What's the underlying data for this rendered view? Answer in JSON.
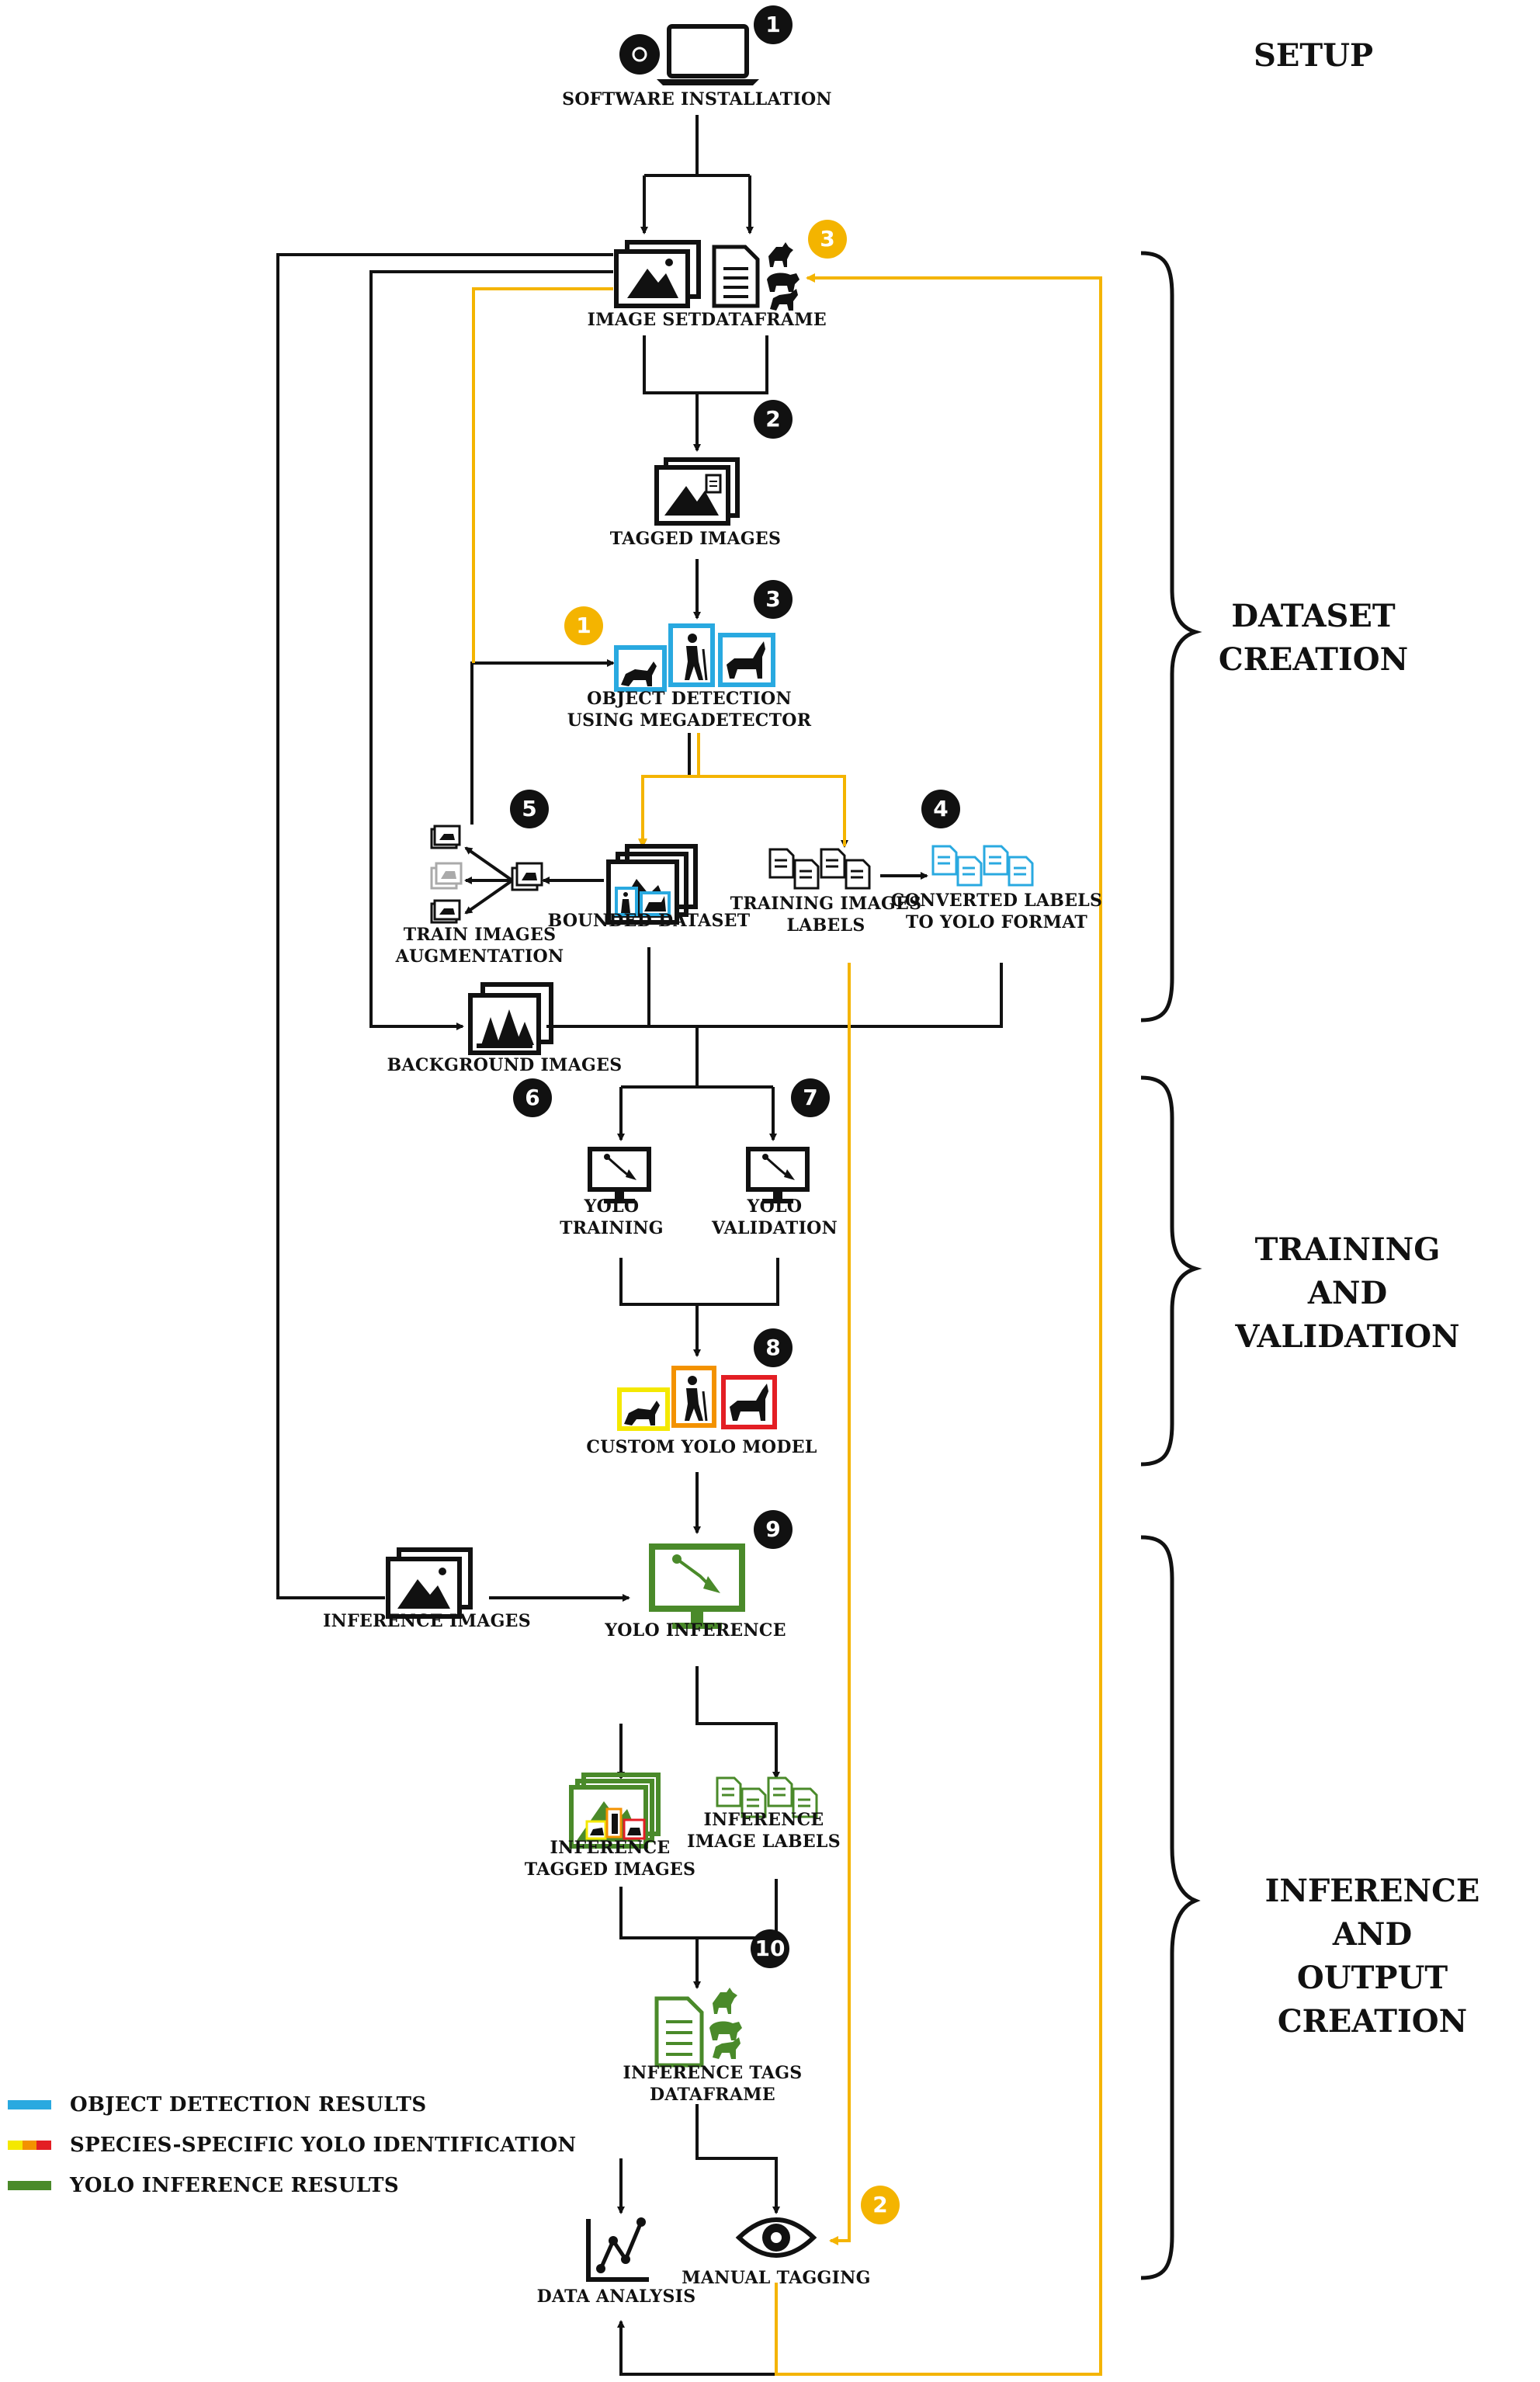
{
  "colors": {
    "black": "#111111",
    "blue": "#29a9e0",
    "yellow": "#f4b400",
    "red": "#e31e24",
    "orange": "#f39200",
    "green": "#4a8a2a"
  },
  "sections": {
    "setup": "SETUP",
    "dataset": "DATASET\nCREATION",
    "training": "TRAINING AND\nVALIDATION",
    "inference": "INFERENCE AND\nOUTPUT CREATION"
  },
  "nodes": {
    "software": {
      "label": "SOFTWARE INSTALLATION",
      "icon": "laptop-disc-icon"
    },
    "image_set": {
      "label": "IMAGE SET",
      "icon": "image-stack-icon"
    },
    "dataframe": {
      "label": "DATAFRAME",
      "icon": "document-animals-icon"
    },
    "tagged": {
      "label": "TAGGED IMAGES",
      "icon": "tagged-image-icon"
    },
    "detection": {
      "label": "OBJECT DETECTION\nUSING MEGADETECTOR",
      "icon": "megadetector-boxes-icon"
    },
    "augmentation": {
      "label": "TRAIN IMAGES\nAUGMENTATION",
      "icon": "augmentation-icon"
    },
    "bounded": {
      "label": "BOUNDED DATASET",
      "icon": "bounded-images-icon"
    },
    "train_labels": {
      "label": "TRAINING IMAGES\nLABELS",
      "icon": "label-documents-icon"
    },
    "converted": {
      "label": "CONVERTED LABELS\nTO YOLO FORMAT",
      "icon": "yolo-label-documents-icon"
    },
    "background": {
      "label": "BACKGROUND IMAGES",
      "icon": "forest-images-icon"
    },
    "yolo_training": {
      "label": "YOLO\nTRAINING",
      "icon": "monitor-training-icon"
    },
    "yolo_validation": {
      "label": "YOLO\nVALIDATION",
      "icon": "monitor-validation-icon"
    },
    "custom_model": {
      "label": "CUSTOM YOLO MODEL",
      "icon": "custom-model-boxes-icon"
    },
    "inference_images": {
      "label": "INFERENCE IMAGES",
      "icon": "inference-images-icon"
    },
    "yolo_inference": {
      "label": "YOLO INFERENCE",
      "icon": "monitor-inference-icon"
    },
    "inference_tagged": {
      "label": "INFERENCE\nTAGGED IMAGES",
      "icon": "inference-tagged-icon"
    },
    "inference_labels": {
      "label": "INFERENCE\nIMAGE LABELS",
      "icon": "inference-labels-icon"
    },
    "inference_tags_df": {
      "label": "INFERENCE TAGS\nDATAFRAME",
      "icon": "inference-dataframe-icon"
    },
    "data_analysis": {
      "label": "DATA ANALYSIS",
      "icon": "line-chart-icon"
    },
    "manual_tagging": {
      "label": "MANUAL TAGGING",
      "icon": "eye-icon"
    }
  },
  "badges": {
    "b1": "1",
    "b2": "2",
    "b3": "3",
    "b4": "4",
    "b5": "5",
    "b6": "6",
    "b7": "7",
    "b8": "8",
    "b9": "9",
    "b10": "10",
    "y1": "1",
    "y2": "2",
    "y3": "3"
  },
  "legend": [
    {
      "label": "OBJECT DETECTION RESULTS",
      "colors": [
        "#29a9e0"
      ]
    },
    {
      "label": "SPECIES-SPECIFIC YOLO IDENTIFICATION",
      "colors": [
        "#f4e800",
        "#f39200",
        "#e31e24"
      ]
    },
    {
      "label": "YOLO INFERENCE RESULTS",
      "colors": [
        "#4a8a2a"
      ]
    }
  ]
}
